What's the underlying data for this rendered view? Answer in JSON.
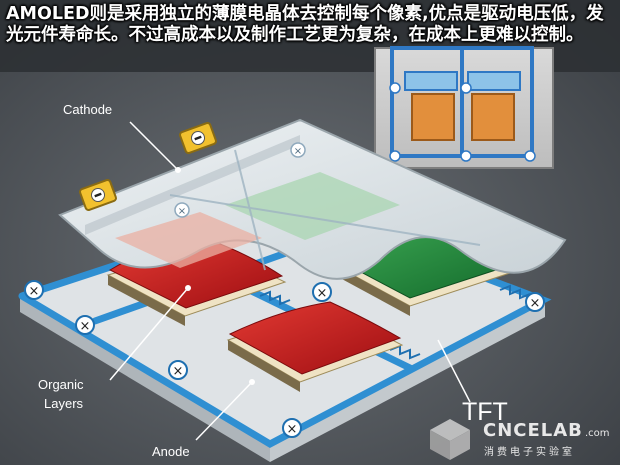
{
  "caption": "AMOLED则是采用独立的薄膜电晶体去控制每个像素,优点是驱动电压低，发光元件寿命长。不过高成本以及制作工艺更为复杂，在成本上更难以控制。",
  "labels": {
    "cathode": "Cathode",
    "organic_line1": "Organic",
    "organic_line2": "Layers",
    "anode": "Anode",
    "tft": "TFT"
  },
  "watermark": {
    "brand": "CNCELAB",
    "suffix": ".com",
    "tagline": "消费电子实验室"
  },
  "colors": {
    "background": "#4a4e53",
    "tft_grid": "#2f8fd2",
    "cathode_sheet": "#dfe5e8",
    "red_subpixel": "#c4161b",
    "green_subpixel": "#1e8a3a",
    "anode_layer": "#efe3c4",
    "terminal_yellow": "#f2c12e"
  }
}
